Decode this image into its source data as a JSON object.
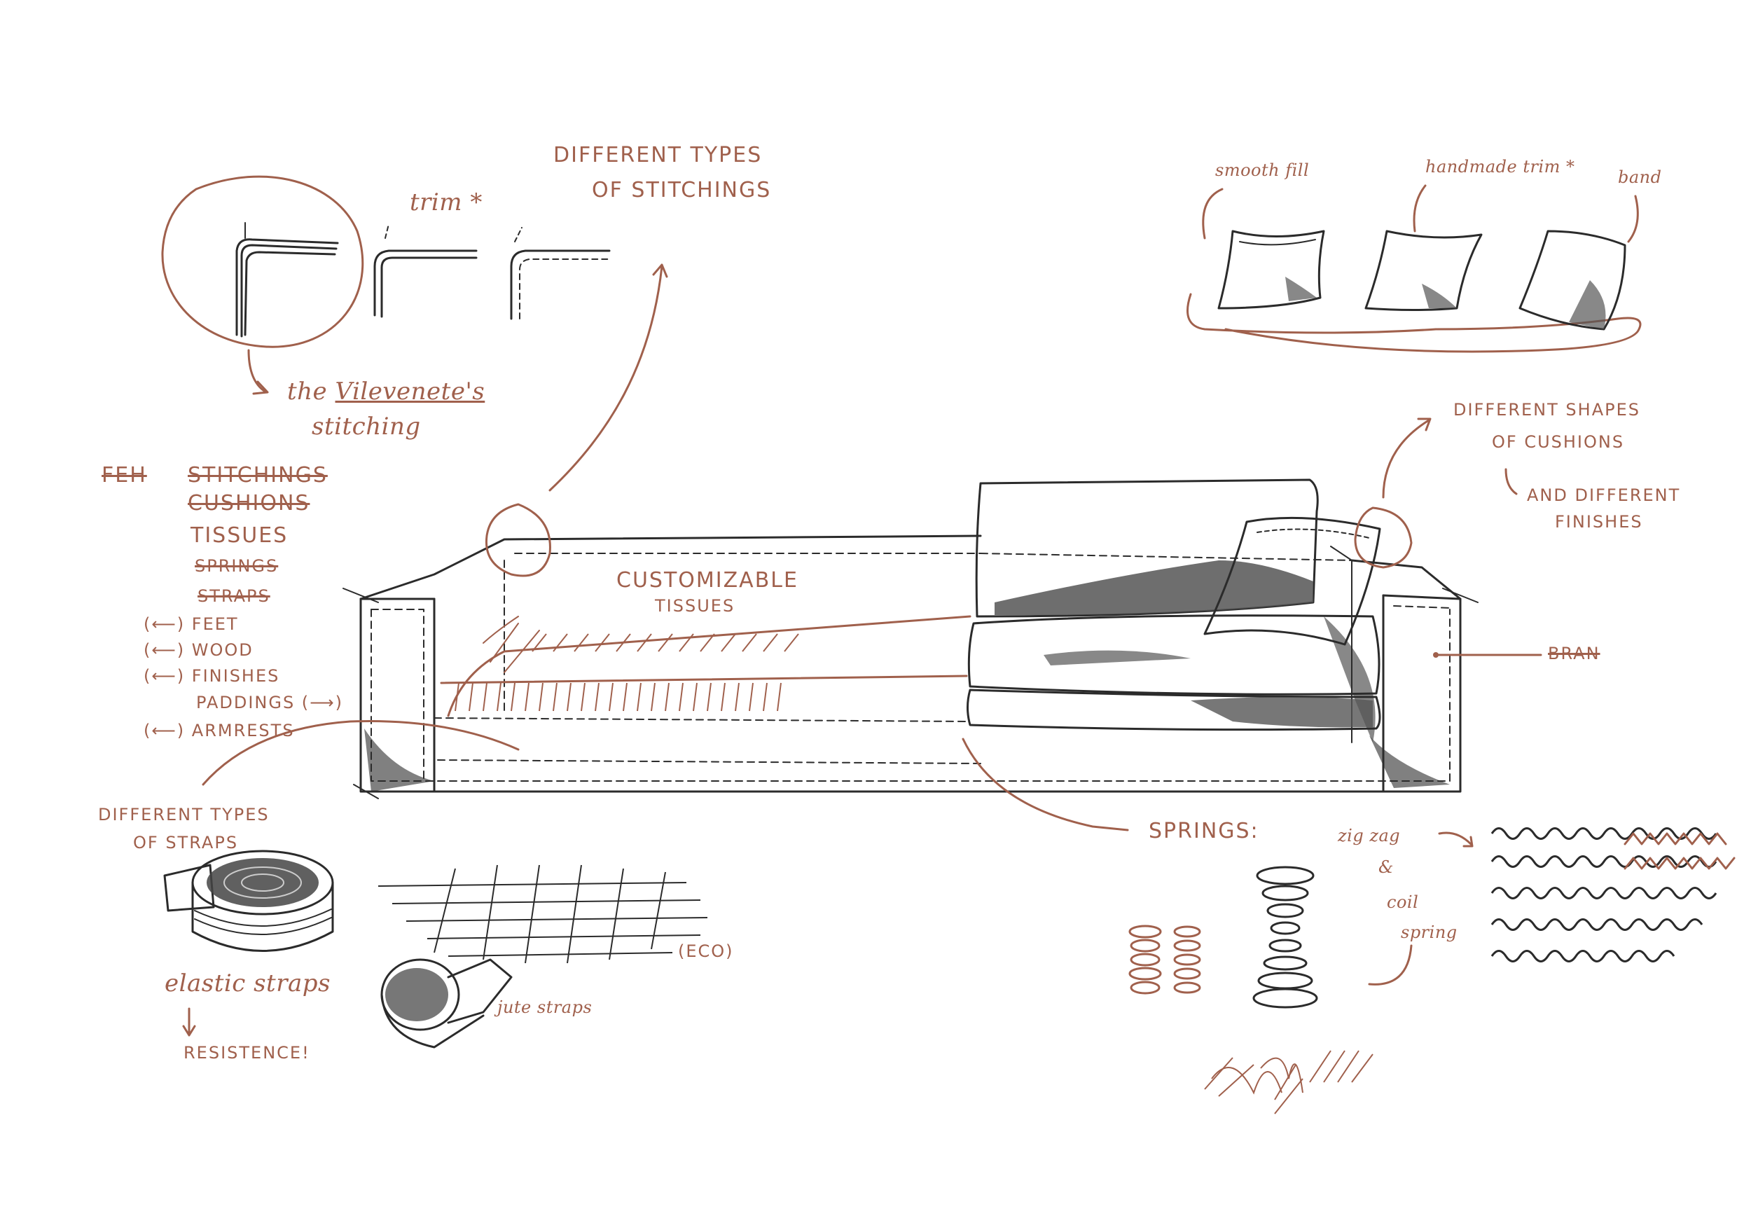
{
  "stitching": {
    "trim_label": "trim *",
    "types_label_line1": "DIFFERENT TYPES",
    "types_label_line2": "OF STITCHINGS",
    "brand_label_prefix": "the",
    "brand_label_name": "Vilevenete's",
    "brand_label_line2": "stitching"
  },
  "customization_list": {
    "struck_word": "FEH",
    "items": [
      {
        "text": "STITCHINGS",
        "struck": true,
        "arrow": ""
      },
      {
        "text": "CUSHIONS",
        "struck": true,
        "arrow": ""
      },
      {
        "text": "TISSUES",
        "struck": false,
        "arrow": ""
      },
      {
        "text": "SPRINGS",
        "struck": true,
        "arrow": ""
      },
      {
        "text": "STRAPS",
        "struck": true,
        "arrow": ""
      },
      {
        "text": "FEET",
        "struck": false,
        "arrow": "(⟵)"
      },
      {
        "text": "WOOD",
        "struck": false,
        "arrow": "(⟵)"
      },
      {
        "text": "FINISHES",
        "struck": false,
        "arrow": "(⟵)"
      },
      {
        "text": "PADDINGS (⟶)",
        "struck": false,
        "arrow": ""
      },
      {
        "text": "ARMRESTS",
        "struck": false,
        "arrow": "(⟵)"
      }
    ]
  },
  "sofa": {
    "tissues_label_line1": "CUSTOMIZABLE",
    "tissues_label_line2": "TISSUES",
    "right_scribble": "BRAN"
  },
  "cushions": {
    "labels": [
      "smooth fill",
      "handmade trim *",
      "band"
    ],
    "shapes_label_line1": "DIFFERENT SHAPES",
    "shapes_label_line2": "OF CUSHIONS",
    "finishes_label_line1": "AND DIFFERENT",
    "finishes_label_line2": "FINISHES"
  },
  "straps": {
    "title_line1": "DIFFERENT TYPES",
    "title_line2": "OF STRAPS",
    "elastic_label": "elastic straps",
    "resistance_label": "RESISTENCE!",
    "jute_label": "jute straps",
    "eco_label": "(ECO)"
  },
  "springs": {
    "title": "SPRINGS:",
    "zigzag_label_line1": "zig zag",
    "zigzag_label_line2": "&",
    "zigzag_label_line3": "coil",
    "zigzag_label_line4": "spring"
  },
  "colors": {
    "ink": "#2b2b2b",
    "annotation": "#a0604c",
    "shading": "#555555"
  }
}
